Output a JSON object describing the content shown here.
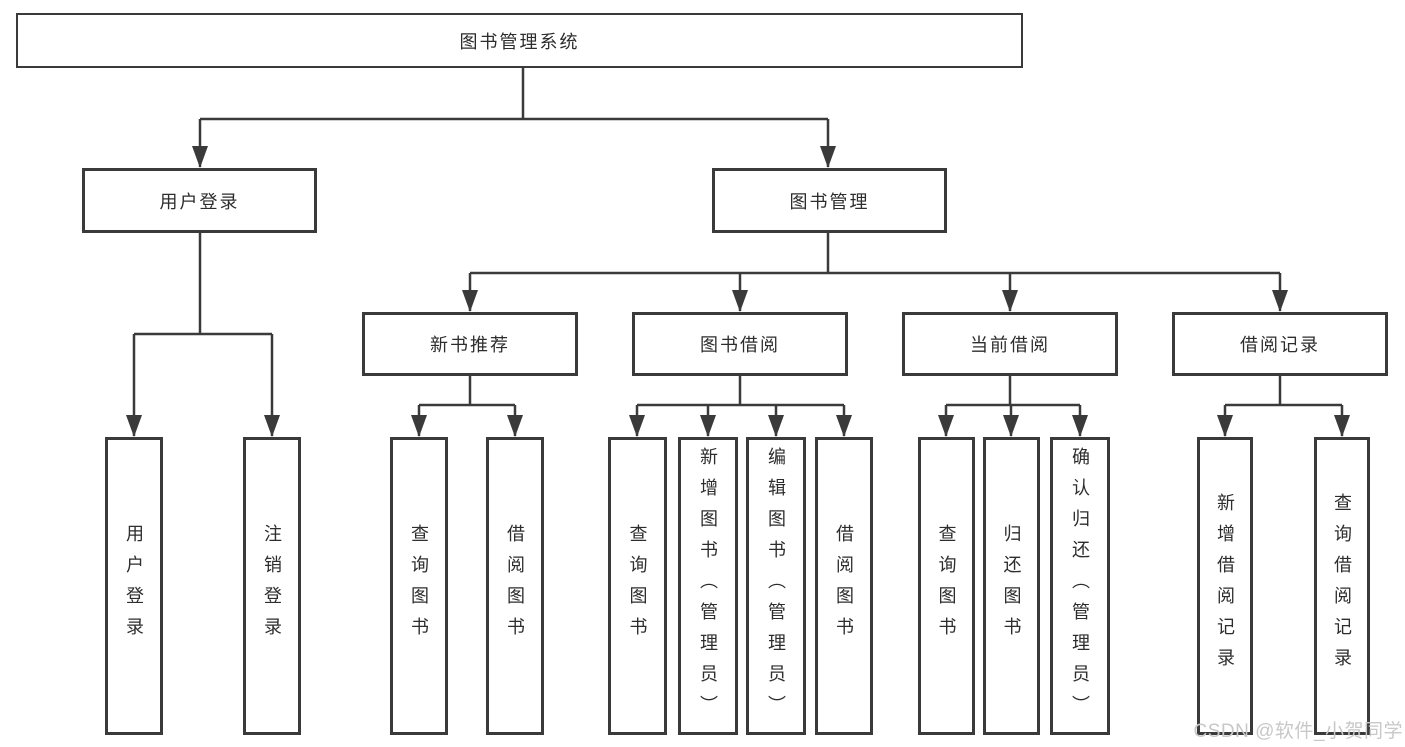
{
  "diagram": {
    "root": {
      "label": "图书管理系统"
    },
    "level2": {
      "user_login": {
        "label": "用户登录"
      },
      "book_mgmt": {
        "label": "图书管理"
      }
    },
    "level3": {
      "new_books": {
        "label": "新书推荐"
      },
      "borrowing": {
        "label": "图书借阅"
      },
      "current": {
        "label": "当前借阅"
      },
      "records": {
        "label": "借阅记录"
      }
    },
    "leaves": {
      "login": {
        "label": "用户登录"
      },
      "logout": {
        "label": "注销登录"
      },
      "nb_query": {
        "label": "查询图书"
      },
      "nb_borrow": {
        "label": "借阅图书"
      },
      "bw_query": {
        "label": "查询图书"
      },
      "bw_add": {
        "label": "新增图书（管理员）"
      },
      "bw_edit": {
        "label": "编辑图书（管理员）"
      },
      "bw_borrow": {
        "label": "借阅图书"
      },
      "cu_query": {
        "label": "查询图书"
      },
      "cu_return": {
        "label": "归还图书"
      },
      "cu_confirm": {
        "label": "确认归还（管理员）"
      },
      "rc_add": {
        "label": "新增借阅记录"
      },
      "rc_query": {
        "label": "查询借阅记录"
      }
    },
    "watermark": "CSDN @软件_小贺同学",
    "colors": {
      "line": "#3a3a3a",
      "text": "#2d2d2d",
      "box_background": "#ffffff",
      "page_background": "#ffffff",
      "watermark": "#c8c8c8"
    }
  }
}
